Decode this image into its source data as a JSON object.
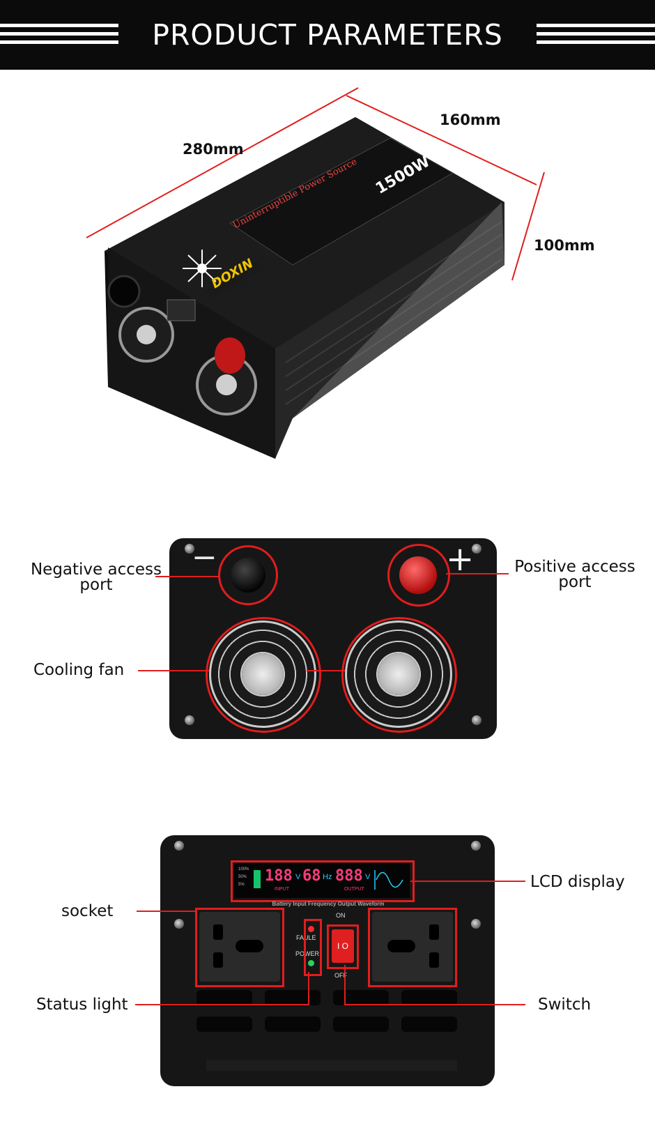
{
  "header": {
    "title": "PRODUCT PARAMETERS"
  },
  "product": {
    "brand": "DOXIN",
    "power_rating": "1500W",
    "label_title": "Uninterruptible Power Source"
  },
  "dimensions": {
    "length": "280mm",
    "width": "160mm",
    "height": "100mm"
  },
  "front_panel": {
    "negative_port": "Negative access port",
    "positive_port": "Positive access port",
    "cooling_fan": "Cooling fan",
    "minus_symbol": "−",
    "plus_symbol": "+"
  },
  "back_panel": {
    "lcd_display": "LCD display",
    "socket": "socket",
    "status_light": "Status light",
    "switch": "Switch",
    "lcd": {
      "levels": [
        "100%",
        "50%",
        "5%"
      ],
      "input_value": "188",
      "input_unit": "V",
      "freq_value": "68",
      "freq_unit": "Hz",
      "output_value": "888",
      "output_unit": "V",
      "input_label": "INPUT",
      "output_label": "OUTPUT",
      "caption": "Battery Input Frequency Output Waveform"
    },
    "indicators": {
      "fault": "FAULE",
      "power": "POWER"
    },
    "switch_labels": {
      "on": "ON",
      "off": "OFF"
    }
  },
  "colors": {
    "accent": "#e21d1d",
    "header_bg": "#0b0b0b",
    "lcd_digit": "#ff3b7a",
    "lcd_wave": "#20d0ff"
  }
}
